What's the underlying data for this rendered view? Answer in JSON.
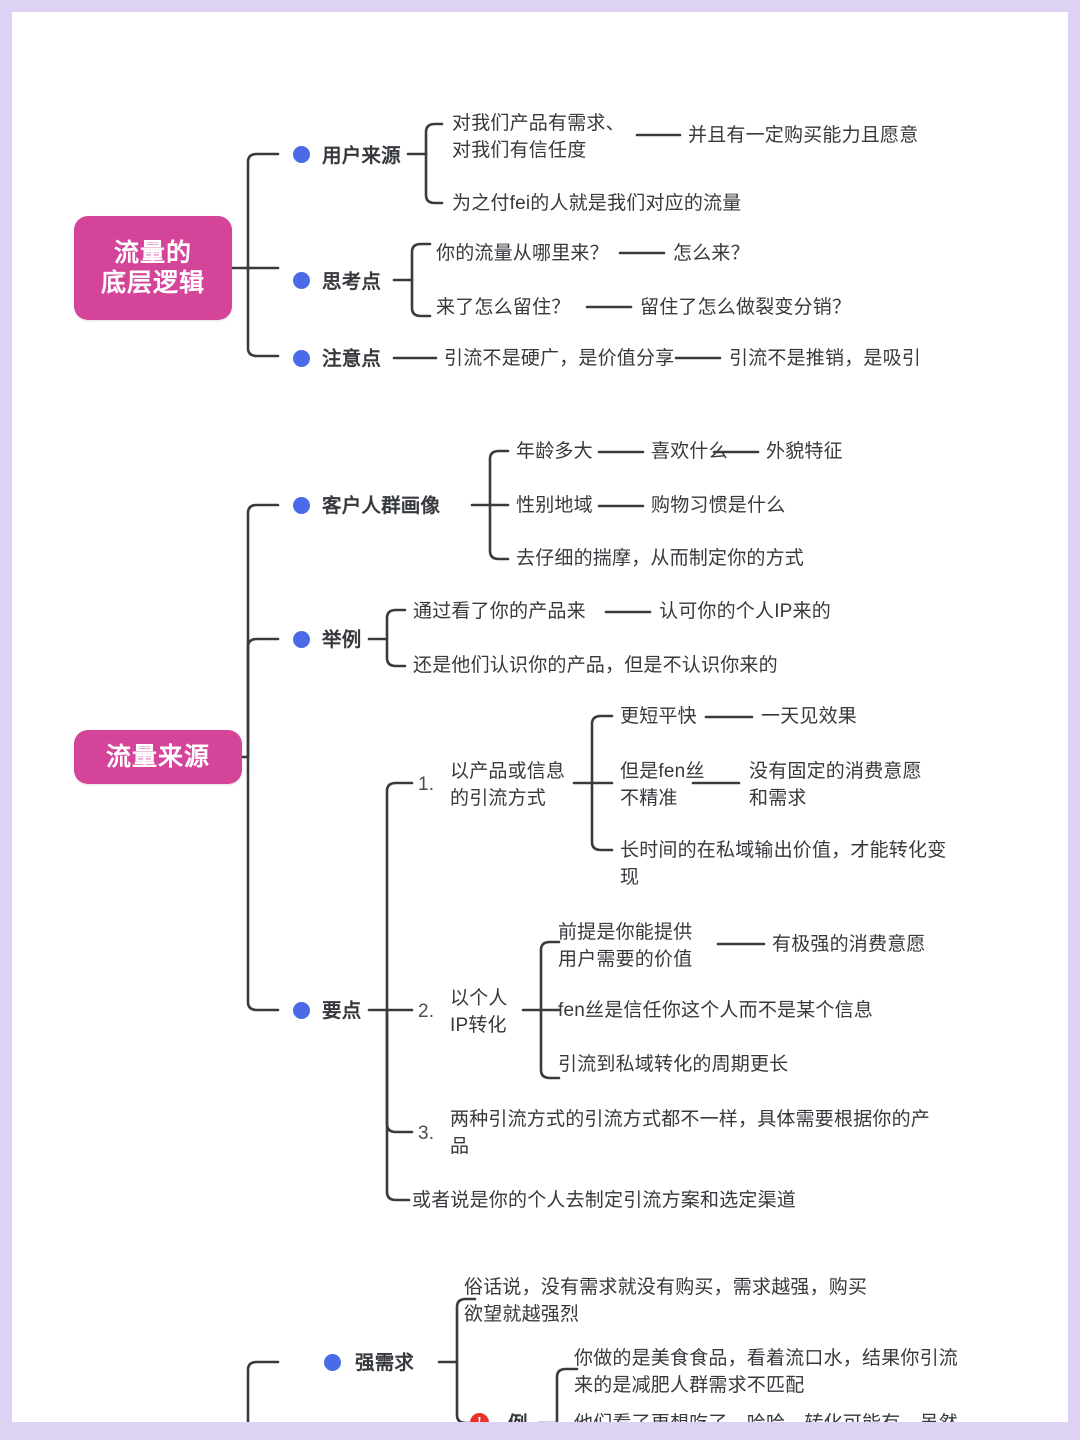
{
  "page": {
    "background": "#ddd2f4",
    "canvas_background": "#ffffff",
    "root_color": "#d4459a",
    "bullet_color": "#4a6ae8",
    "warning_color": "#e8332f",
    "line_color": "#3b3b3b",
    "text_color": "#36393d"
  },
  "map": {
    "root1": {
      "line1": "流量的",
      "line2": "底层逻辑"
    },
    "root2": {
      "line1": "流量来源",
      "line2": ""
    },
    "branches": {
      "yonghulaiyuan": "用户来源",
      "sikaodian": "思考点",
      "zhuyidian": "注意点",
      "kehurenqun": "客户人群画像",
      "julie": "举例",
      "yaodian": "要点",
      "qiangxuqiu": "强需求",
      "li": "例"
    },
    "leaves": {
      "l1": "对我们产品有需求、\n对我们有信任度",
      "l2": "并且有一定购买能力且愿意",
      "l3": "为之付fei的人就是我们对应的流量",
      "l4": "你的流量从哪里来？",
      "l5": "怎么来？",
      "l6": "来了怎么留住？",
      "l7": "留住了怎么做裂变分销？",
      "l8": "引流不是硬广，是价值分享",
      "l9": "引流不是推销，是吸引",
      "l10": "年龄多大",
      "l11": "喜欢什么",
      "l12": "外貌特征",
      "l13": "性别地域",
      "l14": "购物习惯是什么",
      "l15": "去仔细的揣摩，从而制定你的方式",
      "l16": "通过看了你的产品来",
      "l17": "认可你的个人IP来的",
      "l18": "还是他们认识你的产品，但是不认识你来的",
      "n1": "1.",
      "l19": "以产品或信息\n的引流方式",
      "l20": "更短平快",
      "l21": "一天见效果",
      "l22": "但是fen丝\n不精准",
      "l23": "没有固定的消费意愿\n和需求",
      "l24": "长时间的在私域输出价值，才能转化变\n现",
      "n2": "2.",
      "l25": "以个人\nIP转化",
      "l26": "前提是你能提供\n用户需要的价值",
      "l27": "有极强的消费意愿",
      "l28": "fen丝是信任你这个人而不是某个信息",
      "l29": "引流到私域转化的周期更长",
      "n3": "3.",
      "l30": "两种引流方式的引流方式都不一样，具体需要根据你的产\n品",
      "l31": "或者说是你的个人去制定引流方案和选定渠道",
      "l32": "俗话说，没有需求就没有购买，需求越强，购买\n欲望就越强烈",
      "l33": "你做的是美食食品，看着流口水，结果你引流\n来的是减肥人群需求不匹配",
      "l34": "他们看了更想吃了，哈哈，转化可能有，虽然"
    }
  }
}
